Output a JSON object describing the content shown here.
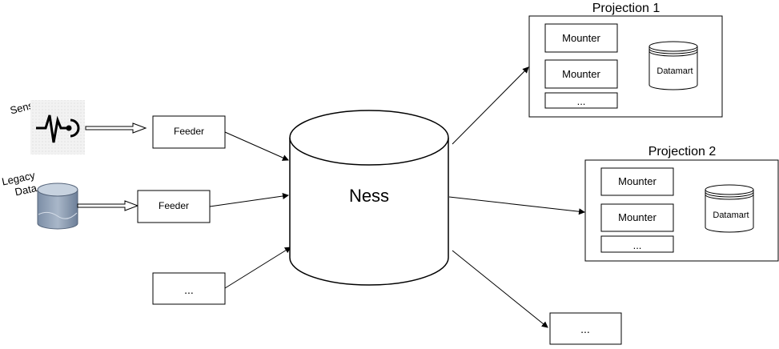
{
  "sources": {
    "sensors_label": "Sensors",
    "legacy_label_line1": "Legacy",
    "legacy_label_line2": "Data"
  },
  "feeders": [
    {
      "label": "Feeder"
    },
    {
      "label": "Feeder"
    },
    {
      "label": "..."
    }
  ],
  "ness": {
    "label": "Ness"
  },
  "projections": [
    {
      "title": "Projection 1",
      "mounters": [
        "Mounter",
        "Mounter",
        "..."
      ],
      "datamart": "Datamart"
    },
    {
      "title": "Projection 2",
      "mounters": [
        "Mounter",
        "Mounter",
        "..."
      ],
      "datamart": "Datamart"
    }
  ],
  "extra_output": {
    "label": "..."
  }
}
